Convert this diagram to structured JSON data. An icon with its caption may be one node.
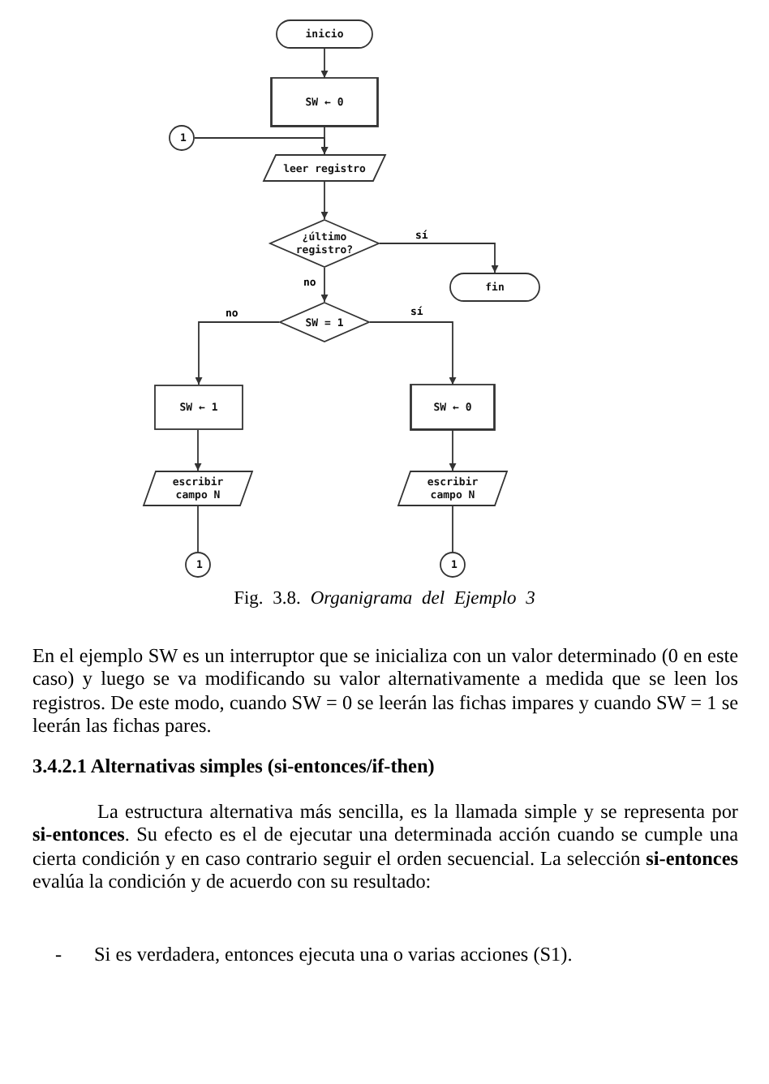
{
  "diagram": {
    "caption": "Fig. 3.8. *Organigrama del Ejemplo 3*",
    "nodes": [
      {
        "text": [
          "inicio"
        ]
      },
      {
        "text": [
          "SW ← 0"
        ]
      },
      {
        "text": [
          "1"
        ]
      },
      {
        "text": [
          "leer registro"
        ]
      },
      {
        "text": [
          "¿último registro?"
        ]
      },
      {
        "text": [
          "fin"
        ]
      },
      {
        "text": [
          "SW = 1"
        ]
      },
      {
        "text": [
          "SW ← 1"
        ]
      },
      {
        "text": [
          "SW ← 0"
        ]
      },
      {
        "text": [
          "escribir campo N"
        ]
      },
      {
        "text": [
          "escribir campo N"
        ]
      },
      {
        "text": [
          "1"
        ]
      },
      {
        "text": [
          "1"
        ]
      }
    ],
    "edges": [
      {
        "from": 0,
        "to": 1,
        "arrow": "to"
      },
      {
        "from": 1,
        "to": 3,
        "arrow": "to"
      },
      {
        "from": 2,
        "to": 3,
        "arrow": "to"
      },
      {
        "from": 3,
        "to": 4,
        "arrow": "to"
      },
      {
        "from": 4,
        "to": 5,
        "arrow": "to",
        "label": "sí"
      },
      {
        "from": 4,
        "to": 6,
        "arrow": "to",
        "label": "no"
      },
      {
        "from": 6,
        "to": 7,
        "arrow": "to",
        "label": "no"
      },
      {
        "from": 6,
        "to": 8,
        "arrow": "to",
        "label": "sí"
      },
      {
        "from": 7,
        "to": 9,
        "arrow": "to"
      },
      {
        "from": 8,
        "to": 10,
        "arrow": "to"
      },
      {
        "from": 9,
        "to": 11,
        "arrow": "none"
      },
      {
        "from": 10,
        "to": 12,
        "arrow": "none"
      }
    ],
    "labels": [
      "En el ejemplo SW es un interruptor que se inicializa con un valor determinado (0 en este caso) y luego se va modificando su valor alternativamente a medida que se leen los registros. De este modo, cuando SW = 0 se leerán las fichas impares y cuando SW = 1 se leerán las fichas pares.",
      "3.4.2.1 Alternativas simples (si-entonces/if-then)",
      "La estructura alternativa más sencilla, es la llamada simple y se representa por **si-entonces**. Su efecto es el de ejecutar una determinada acción cuando se cumple una cierta condición y en caso contrario seguir el orden secuencial. La selección **si-entonces** evalúa la condición y de acuerdo con su resultado:",
      "-",
      "Si es verdadera, entonces ejecuta una o varias acciones (S1)."
    ]
  }
}
